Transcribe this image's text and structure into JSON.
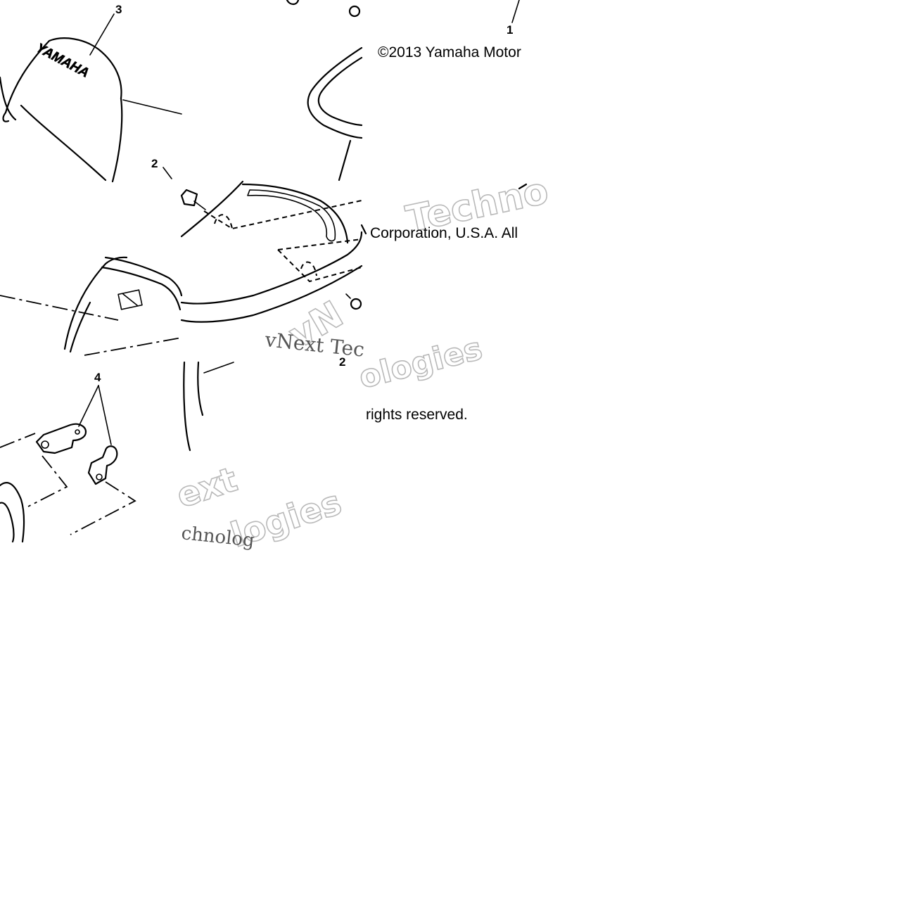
{
  "callouts": [
    "1",
    "2",
    "3",
    "4",
    "2"
  ],
  "emblem_text": "YAMAHA",
  "copyright": {
    "part1": "©2013 Yamaha Motor",
    "part2": "Corporation, U.S.A. All",
    "part3": "rights reserved."
  },
  "watermarks": {
    "techno": "Techno",
    "vnext_tech": "vNext Tec",
    "ologies": "ologies",
    "ext": "ext",
    "logies": "logies",
    "chnolog": "chnolog",
    "vn": "vN"
  },
  "colors": {
    "ink": "#000000",
    "background": "#ffffff",
    "watermark_outline": "#b9b9b9"
  }
}
